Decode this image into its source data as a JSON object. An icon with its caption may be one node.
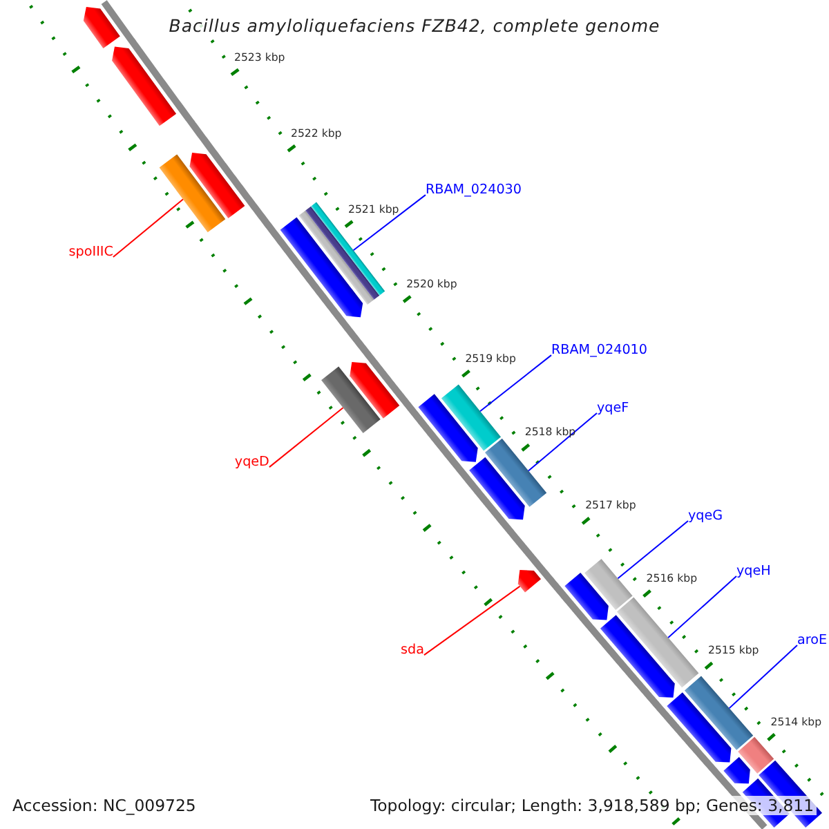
{
  "diagram": {
    "title": "Bacillus amyloliquefaciens FZB42, complete genome",
    "nodes": [
      {
        "text": [
          "RBAM_024030"
        ]
      },
      {
        "text": [
          "spoIIIC"
        ]
      },
      {
        "text": [
          "RBAM_024010"
        ]
      },
      {
        "text": [
          "yqeF"
        ]
      },
      {
        "text": [
          "yqeD"
        ]
      },
      {
        "text": [
          "yqeG"
        ]
      },
      {
        "text": [
          "yqeH"
        ]
      },
      {
        "text": [
          "aroE"
        ]
      },
      {
        "text": [
          "sda"
        ]
      },
      {
        "text": [],
        "shape": "bar"
      },
      {
        "text": [],
        "shape": "bar"
      },
      {
        "text": [],
        "shape": "bar"
      },
      {
        "text": [],
        "shape": "bar"
      },
      {
        "text": [],
        "shape": "bar"
      },
      {
        "text": [],
        "shape": "bar"
      },
      {
        "text": [],
        "shape": "bar"
      },
      {
        "text": [],
        "shape": "bar"
      },
      {
        "text": [],
        "shape": "arrow"
      },
      {
        "text": [],
        "shape": "arrow"
      },
      {
        "text": [],
        "shape": "arrow"
      },
      {
        "text": [],
        "shape": "arrow"
      },
      {
        "text": [],
        "shape": "arrow"
      },
      {
        "text": [],
        "shape": "arrow"
      },
      {
        "text": [],
        "shape": "arrow"
      },
      {
        "text": [],
        "shape": "arrow"
      },
      {
        "text": [],
        "shape": "arrow"
      },
      {
        "text": [],
        "shape": "arrow"
      },
      {
        "text": [],
        "shape": "arrow"
      },
      {
        "text": [],
        "shape": "arrow"
      },
      {
        "text": [],
        "shape": "bar"
      },
      {
        "text": [],
        "shape": "bar"
      },
      {
        "text": [],
        "shape": "bar"
      }
    ],
    "edges": [
      {
        "from": 0,
        "to": 9,
        "arrow": "none"
      },
      {
        "from": 1,
        "to": 10,
        "arrow": "none",
        "color": "#ff0000"
      },
      {
        "from": 2,
        "to": 11,
        "arrow": "none"
      },
      {
        "from": 3,
        "to": 12,
        "arrow": "none"
      },
      {
        "from": 4,
        "to": 13,
        "arrow": "none",
        "color": "#ff0000"
      },
      {
        "from": 5,
        "to": 14,
        "arrow": "none"
      },
      {
        "from": 6,
        "to": 15,
        "arrow": "none"
      },
      {
        "from": 7,
        "to": 16,
        "arrow": "none"
      },
      {
        "from": 8,
        "to": 17,
        "arrow": "none",
        "color": "#ff0000"
      }
    ],
    "labels": [
      "2523 kbp",
      "2522 kbp",
      "2521 kbp",
      "2520 kbp",
      "2519 kbp",
      "2518 kbp",
      "2517 kbp",
      "2516 kbp",
      "2515 kbp",
      "2514 kbp",
      "Accession: NC_009725",
      "Topology: circular; Length: 3,918,589 bp; Genes: 3,811"
    ]
  }
}
